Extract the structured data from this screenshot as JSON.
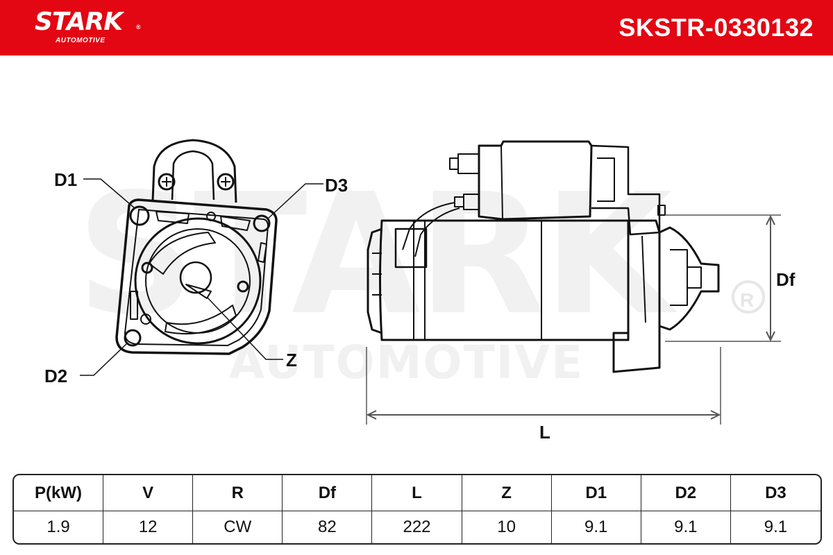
{
  "header": {
    "brand": "STARK",
    "brand_sub": "AUTOMOTIVE",
    "brand_reg": "®",
    "part_number": "SKSTR-0330132",
    "background_color": "#e30613"
  },
  "watermark": {
    "main": "STARK",
    "sub": "AUTOMOTIVE",
    "reg": "®"
  },
  "diagram": {
    "labels": {
      "d1": "D1",
      "d2": "D2",
      "d3": "D3",
      "z": "Z",
      "df": "Df",
      "l": "L"
    }
  },
  "spec_table": {
    "headers": [
      "P(kW)",
      "V",
      "R",
      "Df",
      "L",
      "Z",
      "D1",
      "D2",
      "D3"
    ],
    "values": [
      "1.9",
      "12",
      "CW",
      "82",
      "222",
      "10",
      "9.1",
      "9.1",
      "9.1"
    ]
  }
}
